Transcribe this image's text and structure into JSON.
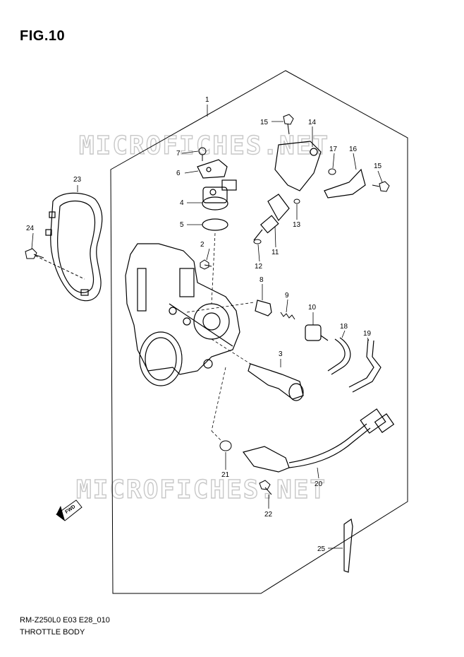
{
  "figure": {
    "title": "FIG.10",
    "code": "RM-Z250L0 E03 E28_010",
    "name": "THROTTLE BODY"
  },
  "watermark": "MICROFICHES.NET",
  "fwd_label": "FWD",
  "callouts": [
    "1",
    "2",
    "3",
    "4",
    "5",
    "6",
    "7",
    "8",
    "9",
    "10",
    "11",
    "12",
    "13",
    "14",
    "15",
    "15",
    "16",
    "17",
    "18",
    "19",
    "20",
    "21",
    "22",
    "23",
    "24",
    "25"
  ],
  "colors": {
    "line": "#000000",
    "watermark": "#c8c8c8",
    "background": "#ffffff"
  }
}
